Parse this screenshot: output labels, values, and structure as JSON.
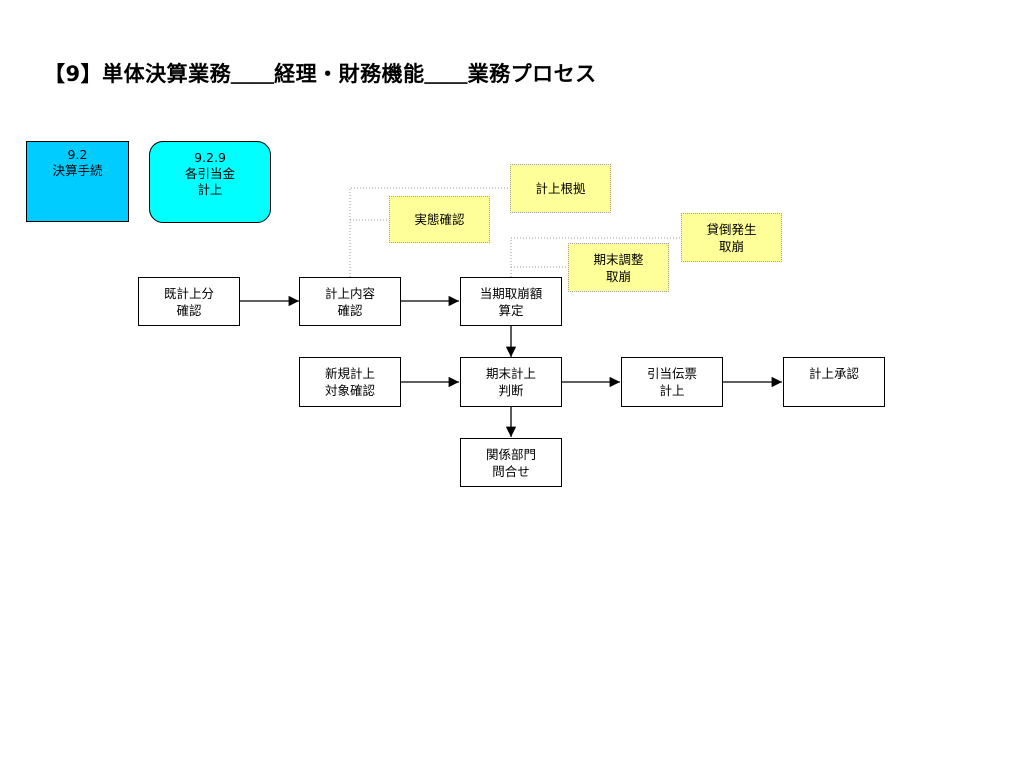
{
  "title": "【9】単体決算業務＿＿経理・財務機能＿＿業務プロセス",
  "headers": {
    "section": {
      "number": "9.2",
      "label": "決算手続"
    },
    "subsection": {
      "number": "9.2.9",
      "line1": "各引当金",
      "line2": "計上"
    }
  },
  "process": {
    "kisan": {
      "line1": "既計上分",
      "line2": "確認"
    },
    "naiyou": {
      "line1": "計上内容",
      "line2": "確認"
    },
    "santei": {
      "line1": "当期取崩額",
      "line2": "算定"
    },
    "shinki": {
      "line1": "新規計上",
      "line2": "対象確認"
    },
    "handan": {
      "line1": "期末計上",
      "line2": "判断"
    },
    "denpyo": {
      "line1": "引当伝票",
      "line2": "計上"
    },
    "shonin": {
      "line1": "計上承認"
    },
    "toiawase": {
      "line1": "関係部門",
      "line2": "問合せ"
    }
  },
  "notes": {
    "konkyo": {
      "line1": "計上根拠"
    },
    "jittai": {
      "line1": "実態確認"
    },
    "kashidaore": {
      "line1": "貸倒発生",
      "line2": "取崩"
    },
    "kimatsu": {
      "line1": "期末調整",
      "line2": "取崩"
    }
  }
}
